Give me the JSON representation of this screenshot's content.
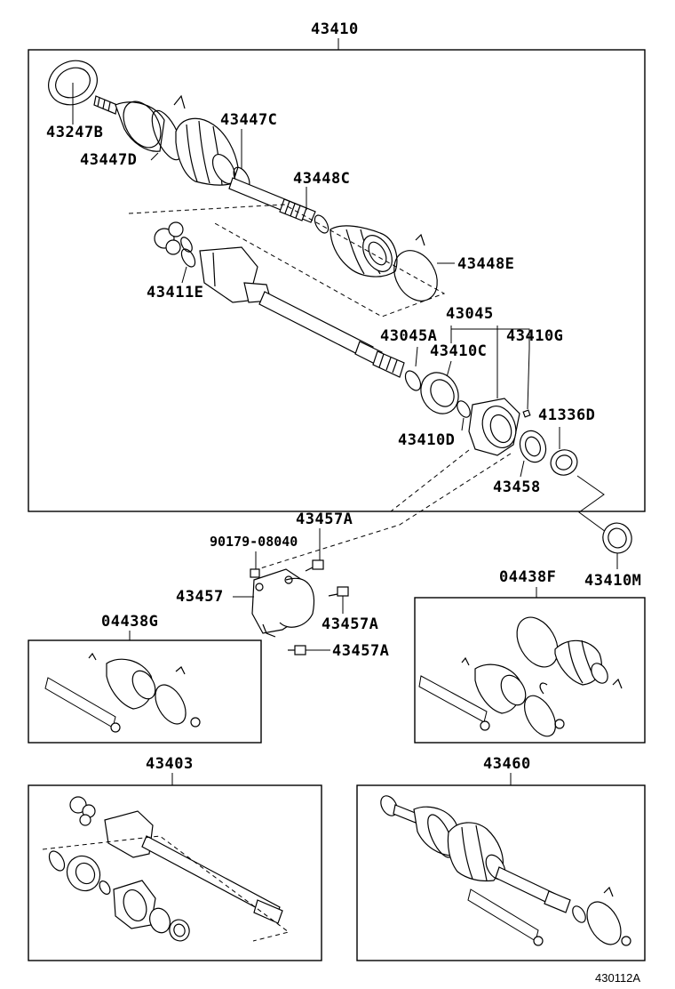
{
  "labels": {
    "main_assembly": "43410",
    "l_43247B": "43247B",
    "l_43447C": "43447C",
    "l_43447D": "43447D",
    "l_43448C": "43448C",
    "l_43448E": "43448E",
    "l_43411E": "43411E",
    "l_43045": "43045",
    "l_43045A": "43045A",
    "l_43410G": "43410G",
    "l_43410C": "43410C",
    "l_41336D": "41336D",
    "l_43410D": "43410D",
    "l_43458": "43458",
    "l_43457A_top": "43457A",
    "l_90179": "90179-08040",
    "l_43457": "43457",
    "l_43457A_mid": "43457A",
    "l_43457A_bot": "43457A",
    "l_43410M": "43410M",
    "l_04438F": "04438F",
    "l_04438G": "04438G",
    "l_43403": "43403",
    "l_43460": "43460",
    "figure_code": "430112A"
  }
}
